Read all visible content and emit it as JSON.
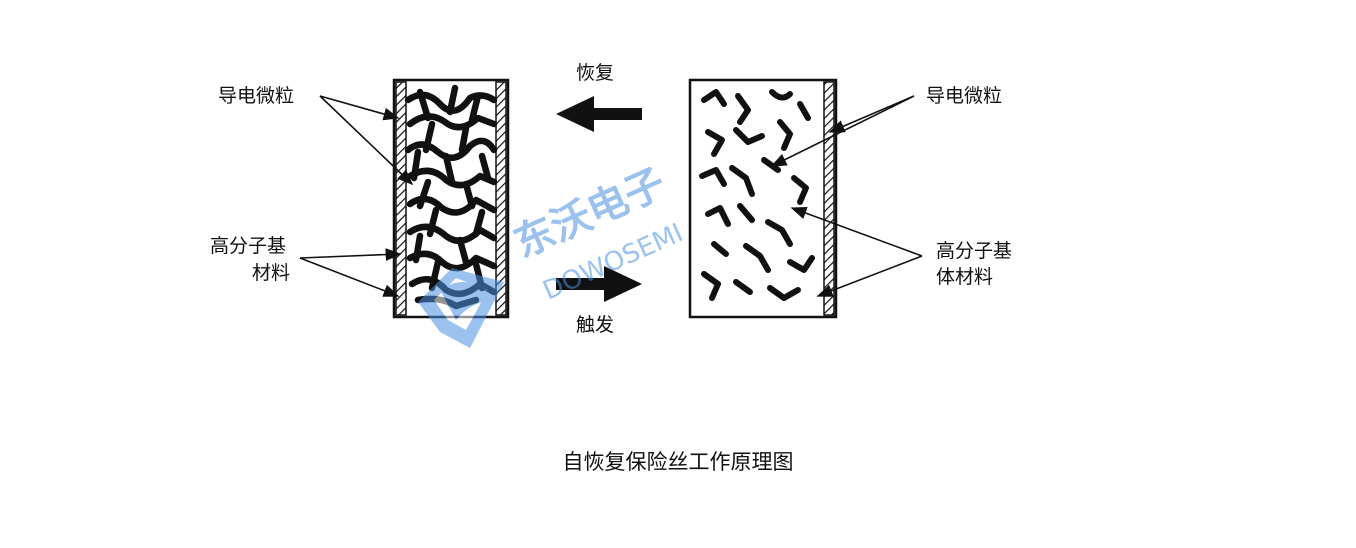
{
  "diagram": {
    "caption": "自恢复保险丝工作原理图",
    "recover_label": "恢复",
    "trigger_label": "触发",
    "left_panel": {
      "particles_label": "导电微粒",
      "matrix_label_line1": "高分子基",
      "matrix_label_line2": "材料"
    },
    "right_panel": {
      "particles_label": "导电微粒",
      "matrix_label_line1": "高分子基",
      "matrix_label_line2": "体材料"
    },
    "watermark": {
      "text_cn": "东沃电子",
      "text_en": "DOWOSEMI"
    }
  },
  "colors": {
    "ink": "#111111",
    "watermark": "#4a90e2"
  }
}
